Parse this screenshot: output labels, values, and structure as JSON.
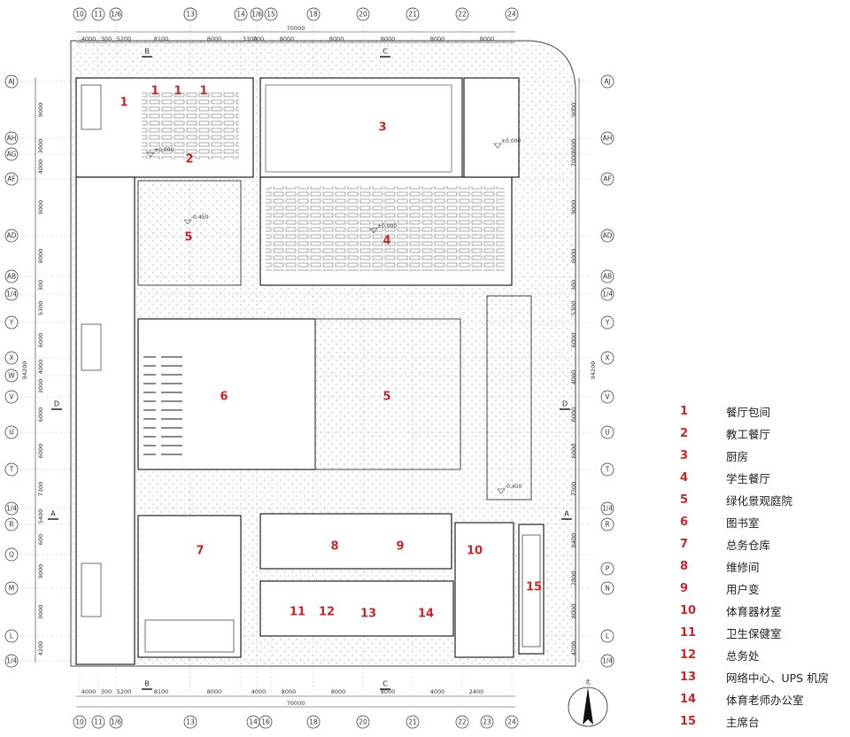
{
  "grid_cols_top": [
    "10",
    "11",
    "1/6",
    "13",
    "13",
    "14",
    "1/6",
    "15",
    "18",
    "20",
    "21",
    "22",
    "24"
  ],
  "grid_cols_bottom": [
    "10",
    "11",
    "1/6",
    "13",
    "14",
    "16",
    "18",
    "20",
    "21",
    "22",
    "23",
    "24"
  ],
  "grid_rows_left": [
    "AJ",
    "AH",
    "AG",
    "AF",
    "AD",
    "AB",
    "1/4",
    "Y",
    "X",
    "W",
    "V",
    "U",
    "T",
    "1/4",
    "R",
    "Q",
    "M",
    "L",
    "1/4"
  ],
  "grid_rows_right": [
    "AJ",
    "AH",
    "AF",
    "AD",
    "AB",
    "1/4",
    "Y",
    "X",
    "V",
    "U",
    "T",
    "1/4",
    "R",
    "P",
    "N",
    "L",
    "1/4"
  ],
  "dims_top": [
    "4000",
    "300",
    "5200",
    "8100",
    "8000",
    "3300",
    "700",
    "8000",
    "8000",
    "8000",
    "8000",
    "8000"
  ],
  "dims_bottom": [
    "4000",
    "300",
    "5200",
    "8100",
    "8000",
    "4000",
    "8000",
    "8000",
    "8000",
    "4000",
    "2400"
  ],
  "total_top": "70000",
  "total_bottom": "70000",
  "dims_left": [
    "9000",
    "3000",
    "4000",
    "9000",
    "8000",
    "300",
    "5300",
    "6000",
    "4000",
    "3000",
    "6000",
    "6000",
    "7300",
    "5400",
    "600",
    "9000",
    "3000",
    "4200"
  ],
  "dims_right": [
    "9000",
    "3000",
    "7000",
    "9000",
    "8000",
    "300",
    "5300",
    "6000",
    "4000",
    "6000",
    "6000",
    "7300",
    "8400",
    "2800",
    "8000",
    "4200"
  ],
  "total_left": "94200",
  "total_right": "94200",
  "section_marks": [
    "B",
    "C",
    "D",
    "D",
    "A",
    "A",
    "B",
    "C"
  ],
  "elevations": [
    "±0.000",
    "-0.450",
    "±0.000",
    "±0.000",
    "-0.450"
  ],
  "north_label": "北",
  "room_labels": [
    {
      "num": "1"
    },
    {
      "num": "1"
    },
    {
      "num": "1"
    },
    {
      "num": "1"
    },
    {
      "num": "2"
    },
    {
      "num": "3"
    },
    {
      "num": "4"
    },
    {
      "num": "5"
    },
    {
      "num": "5"
    },
    {
      "num": "6"
    },
    {
      "num": "7"
    },
    {
      "num": "8"
    },
    {
      "num": "9"
    },
    {
      "num": "10"
    },
    {
      "num": "11"
    },
    {
      "num": "12"
    },
    {
      "num": "13"
    },
    {
      "num": "14"
    },
    {
      "num": "15"
    }
  ],
  "legend": [
    {
      "num": "1",
      "label": "餐厅包间"
    },
    {
      "num": "2",
      "label": "教工餐厅"
    },
    {
      "num": "3",
      "label": "厨房"
    },
    {
      "num": "4",
      "label": "学生餐厅"
    },
    {
      "num": "5",
      "label": "绿化景观庭院"
    },
    {
      "num": "6",
      "label": "图书室"
    },
    {
      "num": "7",
      "label": "总务仓库"
    },
    {
      "num": "8",
      "label": "维修间"
    },
    {
      "num": "9",
      "label": "用户变"
    },
    {
      "num": "10",
      "label": "体育器材室"
    },
    {
      "num": "11",
      "label": "卫生保健室"
    },
    {
      "num": "12",
      "label": "总务处"
    },
    {
      "num": "13",
      "label": "网络中心、UPS 机房"
    },
    {
      "num": "14",
      "label": "体育老师办公室"
    },
    {
      "num": "15",
      "label": "主席台"
    }
  ],
  "colors": {
    "accent": "#c0282d",
    "line": "#222222",
    "hatch": "#bbbbbb"
  }
}
